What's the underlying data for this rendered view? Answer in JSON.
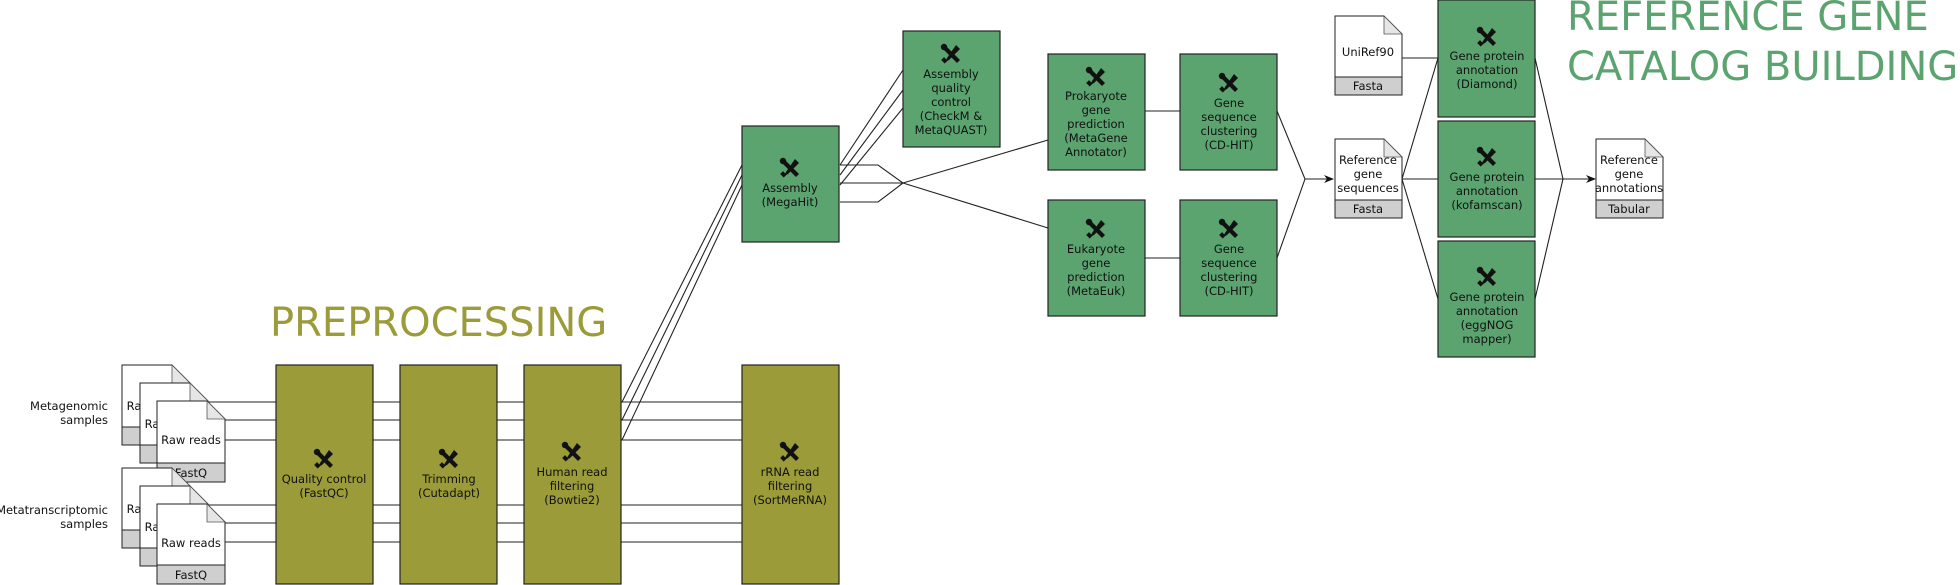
{
  "sections": {
    "preprocessing": "PREPROCESSING",
    "catalog_line1": "REFERENCE GENE",
    "catalog_line2": "CATALOG BUILDING"
  },
  "samples": {
    "metagenomic": [
      "Metagenomic",
      "samples"
    ],
    "metatranscriptomic": [
      "Metatranscriptomic",
      "samples"
    ]
  },
  "input_file": {
    "label": "Raw reads",
    "back_label": "Ra",
    "type": "FastQ"
  },
  "preprocessing_tools": [
    {
      "id": "qc",
      "lines": [
        "Quality control",
        "(FastQC)"
      ]
    },
    {
      "id": "trim",
      "lines": [
        "Trimming",
        "(Cutadapt)"
      ]
    },
    {
      "id": "human",
      "lines": [
        "Human read",
        "filtering",
        "(Bowtie2)"
      ]
    },
    {
      "id": "rrna",
      "lines": [
        "rRNA read",
        "filtering",
        "(SortMeRNA)"
      ]
    }
  ],
  "assembly_tools": [
    {
      "id": "assembly",
      "lines": [
        "Assembly",
        "(MegaHit)"
      ]
    },
    {
      "id": "assembly_qc",
      "lines": [
        "Assembly",
        "quality",
        "control",
        "(CheckM &",
        "MetaQUAST)"
      ]
    }
  ],
  "prediction_tools": [
    {
      "id": "prokaryote",
      "lines": [
        "Prokaryote",
        "gene",
        "prediction",
        "(MetaGene",
        "Annotator)"
      ]
    },
    {
      "id": "eukaryote",
      "lines": [
        "Eukaryote",
        "gene",
        "prediction",
        "(MetaEuk)"
      ]
    },
    {
      "id": "clustering_1",
      "lines": [
        "Gene",
        "sequence",
        "clustering",
        "(CD-HIT)"
      ]
    },
    {
      "id": "clustering_2",
      "lines": [
        "Gene",
        "sequence",
        "clustering",
        "(CD-HIT)"
      ]
    }
  ],
  "annotation_tools": [
    {
      "id": "diamond",
      "lines": [
        "Gene protein",
        "annotation",
        "(Diamond)"
      ]
    },
    {
      "id": "kofamscan",
      "lines": [
        "Gene protein",
        "annotation",
        "(kofamscan)"
      ]
    },
    {
      "id": "eggnog",
      "lines": [
        "Gene protein",
        "annotation",
        "(eggNOG",
        "mapper)"
      ]
    }
  ],
  "files": [
    {
      "id": "uniref",
      "lines": [
        "UniRef90"
      ],
      "type": "Fasta"
    },
    {
      "id": "refseqs",
      "lines": [
        "Reference",
        "gene",
        "sequences"
      ],
      "type": "Fasta"
    },
    {
      "id": "refannot",
      "lines": [
        "Reference",
        "gene",
        "annotations"
      ],
      "type": "Tabular"
    }
  ],
  "colors": {
    "preprocessing": "#9b9b3a",
    "catalog": "#5ba470",
    "filetype_band": "#cfcfcf"
  },
  "icon": "wrench-screwdriver-icon"
}
